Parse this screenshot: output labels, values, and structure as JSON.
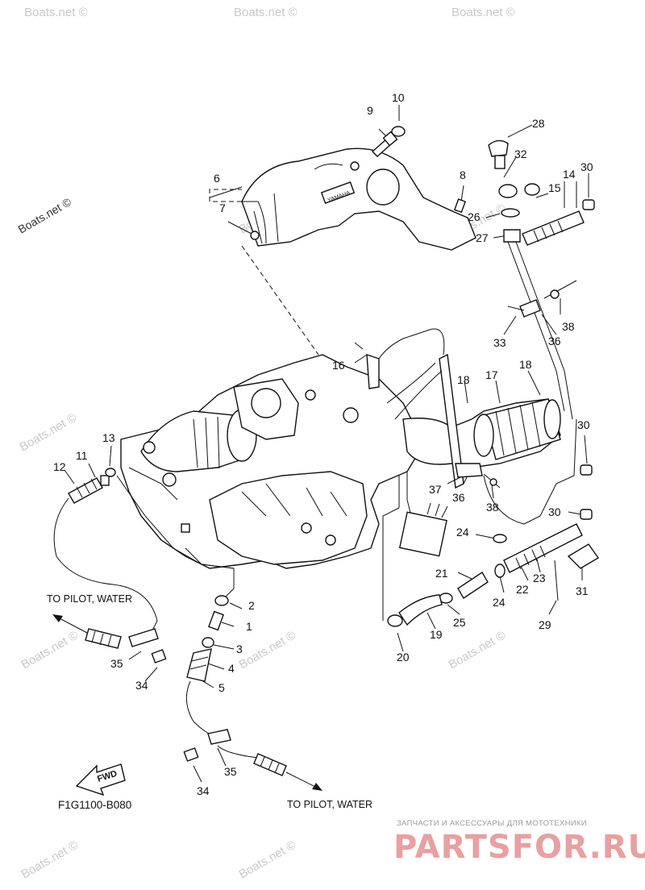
{
  "watermarks": [
    {
      "id": "wm-1",
      "text": "Boats.net ©"
    },
    {
      "id": "wm-2",
      "text": "Boats.net ©"
    },
    {
      "id": "wm-3",
      "text": "Boats.net ©"
    },
    {
      "id": "wm-4",
      "text": "Boats.net ©"
    },
    {
      "id": "wm-5",
      "text": "Boats.net ©"
    },
    {
      "id": "wm-6",
      "text": "Boats.net ©"
    },
    {
      "id": "wm-7",
      "text": "Boats.net ©"
    },
    {
      "id": "wm-8",
      "text": "Boats.net ©"
    },
    {
      "id": "wm-9",
      "text": "Boats.net ©"
    },
    {
      "id": "wm-10",
      "text": "Boats.net ©"
    },
    {
      "id": "wm-11",
      "text": "Boats.net ©"
    },
    {
      "id": "wm-12",
      "text": "Boats.net ©"
    }
  ],
  "callouts": [
    "1",
    "2",
    "3",
    "4",
    "5",
    "6",
    "7",
    "8",
    "9",
    "10",
    "11",
    "12",
    "13",
    "14",
    "15",
    "16",
    "17",
    "18",
    "18",
    "19",
    "20",
    "21",
    "22",
    "23",
    "24",
    "24",
    "25",
    "26",
    "27",
    "28",
    "29",
    "30",
    "30",
    "30",
    "31",
    "32",
    "33",
    "34",
    "34",
    "35",
    "35",
    "36",
    "36",
    "37",
    "38",
    "38"
  ],
  "notes": {
    "pilot_water_top": "TO PILOT, WATER",
    "pilot_water_bottom": "TO PILOT, WATER",
    "diagram_code": "F1G1100-B080",
    "fwd": "FWD",
    "cover_brand": "YAMAHA"
  },
  "logo": {
    "tagline": "ЗАПЧАСТИ И АКСЕССУАРЫ ДЛЯ МОТОТЕХНИКИ",
    "name": "PARTSFOR.RU"
  }
}
